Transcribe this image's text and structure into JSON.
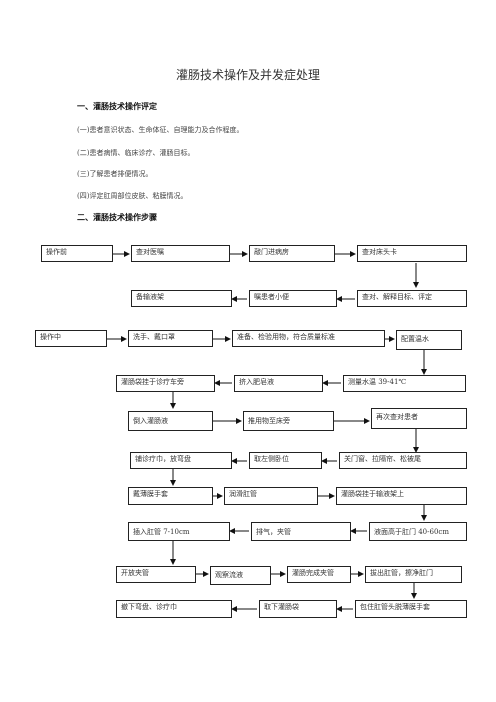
{
  "title": "灌肠技术操作及并发症处理",
  "section1": {
    "heading": "一、灌肠技术操作评定",
    "items": [
      "(一)患者意识状态、生命体征、自理能力及合作程度。",
      "(二)患者病情、临床诊疗、灌肠目标。",
      "(三)了解患者排便情况。",
      "(四)评定肛周部位皮肤、粘膜情况。"
    ]
  },
  "section2": {
    "heading": "二、灌肠技术操作步骤"
  },
  "flow": {
    "pre": "操作前",
    "check_order": "查对医嘱",
    "knock_enter": "敲门进病房",
    "check_card": "查对床头卡",
    "prepare_stand": "备输液架",
    "tell_patient": "嘱患者小便",
    "check_explain": "查对、解释目标、评定",
    "during": "操作中",
    "wash_mask": "洗手、戴口罩",
    "prepare_items": "准备、检验用物，符合质量标准",
    "prepare_solution": "配置温水",
    "hang_bag": "灌肠袋挂于诊疗车旁",
    "add_soap": "挤入肥皂液",
    "measure_temp": "测量水温 39-41℃",
    "pour_enema": "倒入灌肠液",
    "push_cart": "推用物至床旁",
    "recheck": "再次查对患者",
    "lay_pad": "铺诊疗巾，放弯盘",
    "left_position": "取左侧卧位",
    "close_window": "关门窗、拉隔帘、松被尾",
    "wear_gloves": "戴薄膜手套",
    "lubricate": "润滑肛管",
    "hang_stand": "灌肠袋挂于输液架上",
    "insert_tube": "插入肛管 7-10cm",
    "exhaust": "排气，夹管",
    "height": "液面高于肛门 40-60cm",
    "open_clamp": "开放夹管",
    "observe": "观察流液",
    "finish_clamp": "灌肠完成夹管",
    "remove_tube": "拔出肛管，擦净肛门",
    "remove_pad": "撤下弯盘、诊疗巾",
    "remove_bag": "取下灌肠袋",
    "wrap_gloves": "包住肛管头脱薄膜手套"
  }
}
